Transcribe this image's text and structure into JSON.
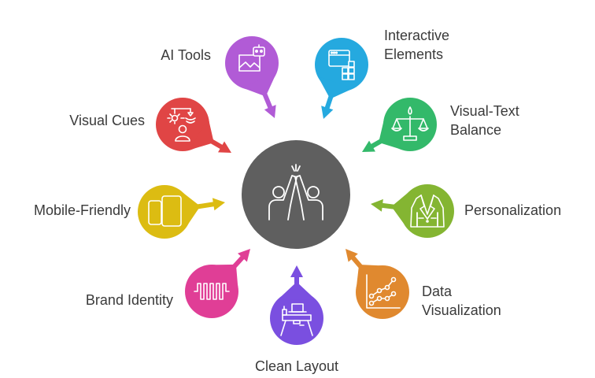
{
  "center": {
    "icon": "high-five-icon",
    "color": "#5f5f5f"
  },
  "nodes": [
    {
      "id": "ai-tools",
      "lines": [
        "AI Tools"
      ],
      "color": "#b15bd6",
      "icon": "image-robot-icon"
    },
    {
      "id": "interactive-elements",
      "lines": [
        "Interactive",
        "Elements"
      ],
      "color": "#25a9df",
      "icon": "window-blocks-icon"
    },
    {
      "id": "visual-text-balance",
      "lines": [
        "Visual-Text",
        "Balance"
      ],
      "color": "#33b96a",
      "icon": "scale-icon"
    },
    {
      "id": "personalization",
      "lines": [
        "Personalization"
      ],
      "color": "#84b532",
      "icon": "jacket-icon"
    },
    {
      "id": "data-visualization",
      "lines": [
        "Data",
        "Visualization"
      ],
      "color": "#e0892f",
      "icon": "line-chart-icon"
    },
    {
      "id": "clean-layout",
      "lines": [
        "Clean Layout"
      ],
      "color": "#7a4fe0",
      "icon": "desk-icon"
    },
    {
      "id": "brand-identity",
      "lines": [
        "Brand Identity"
      ],
      "color": "#e03e96",
      "icon": "waveform-icon"
    },
    {
      "id": "mobile-friendly",
      "lines": [
        "Mobile-Friendly"
      ],
      "color": "#dcbc12",
      "icon": "devices-icon"
    },
    {
      "id": "visual-cues",
      "lines": [
        "Visual Cues"
      ],
      "color": "#e04545",
      "icon": "signal-person-icon"
    }
  ]
}
